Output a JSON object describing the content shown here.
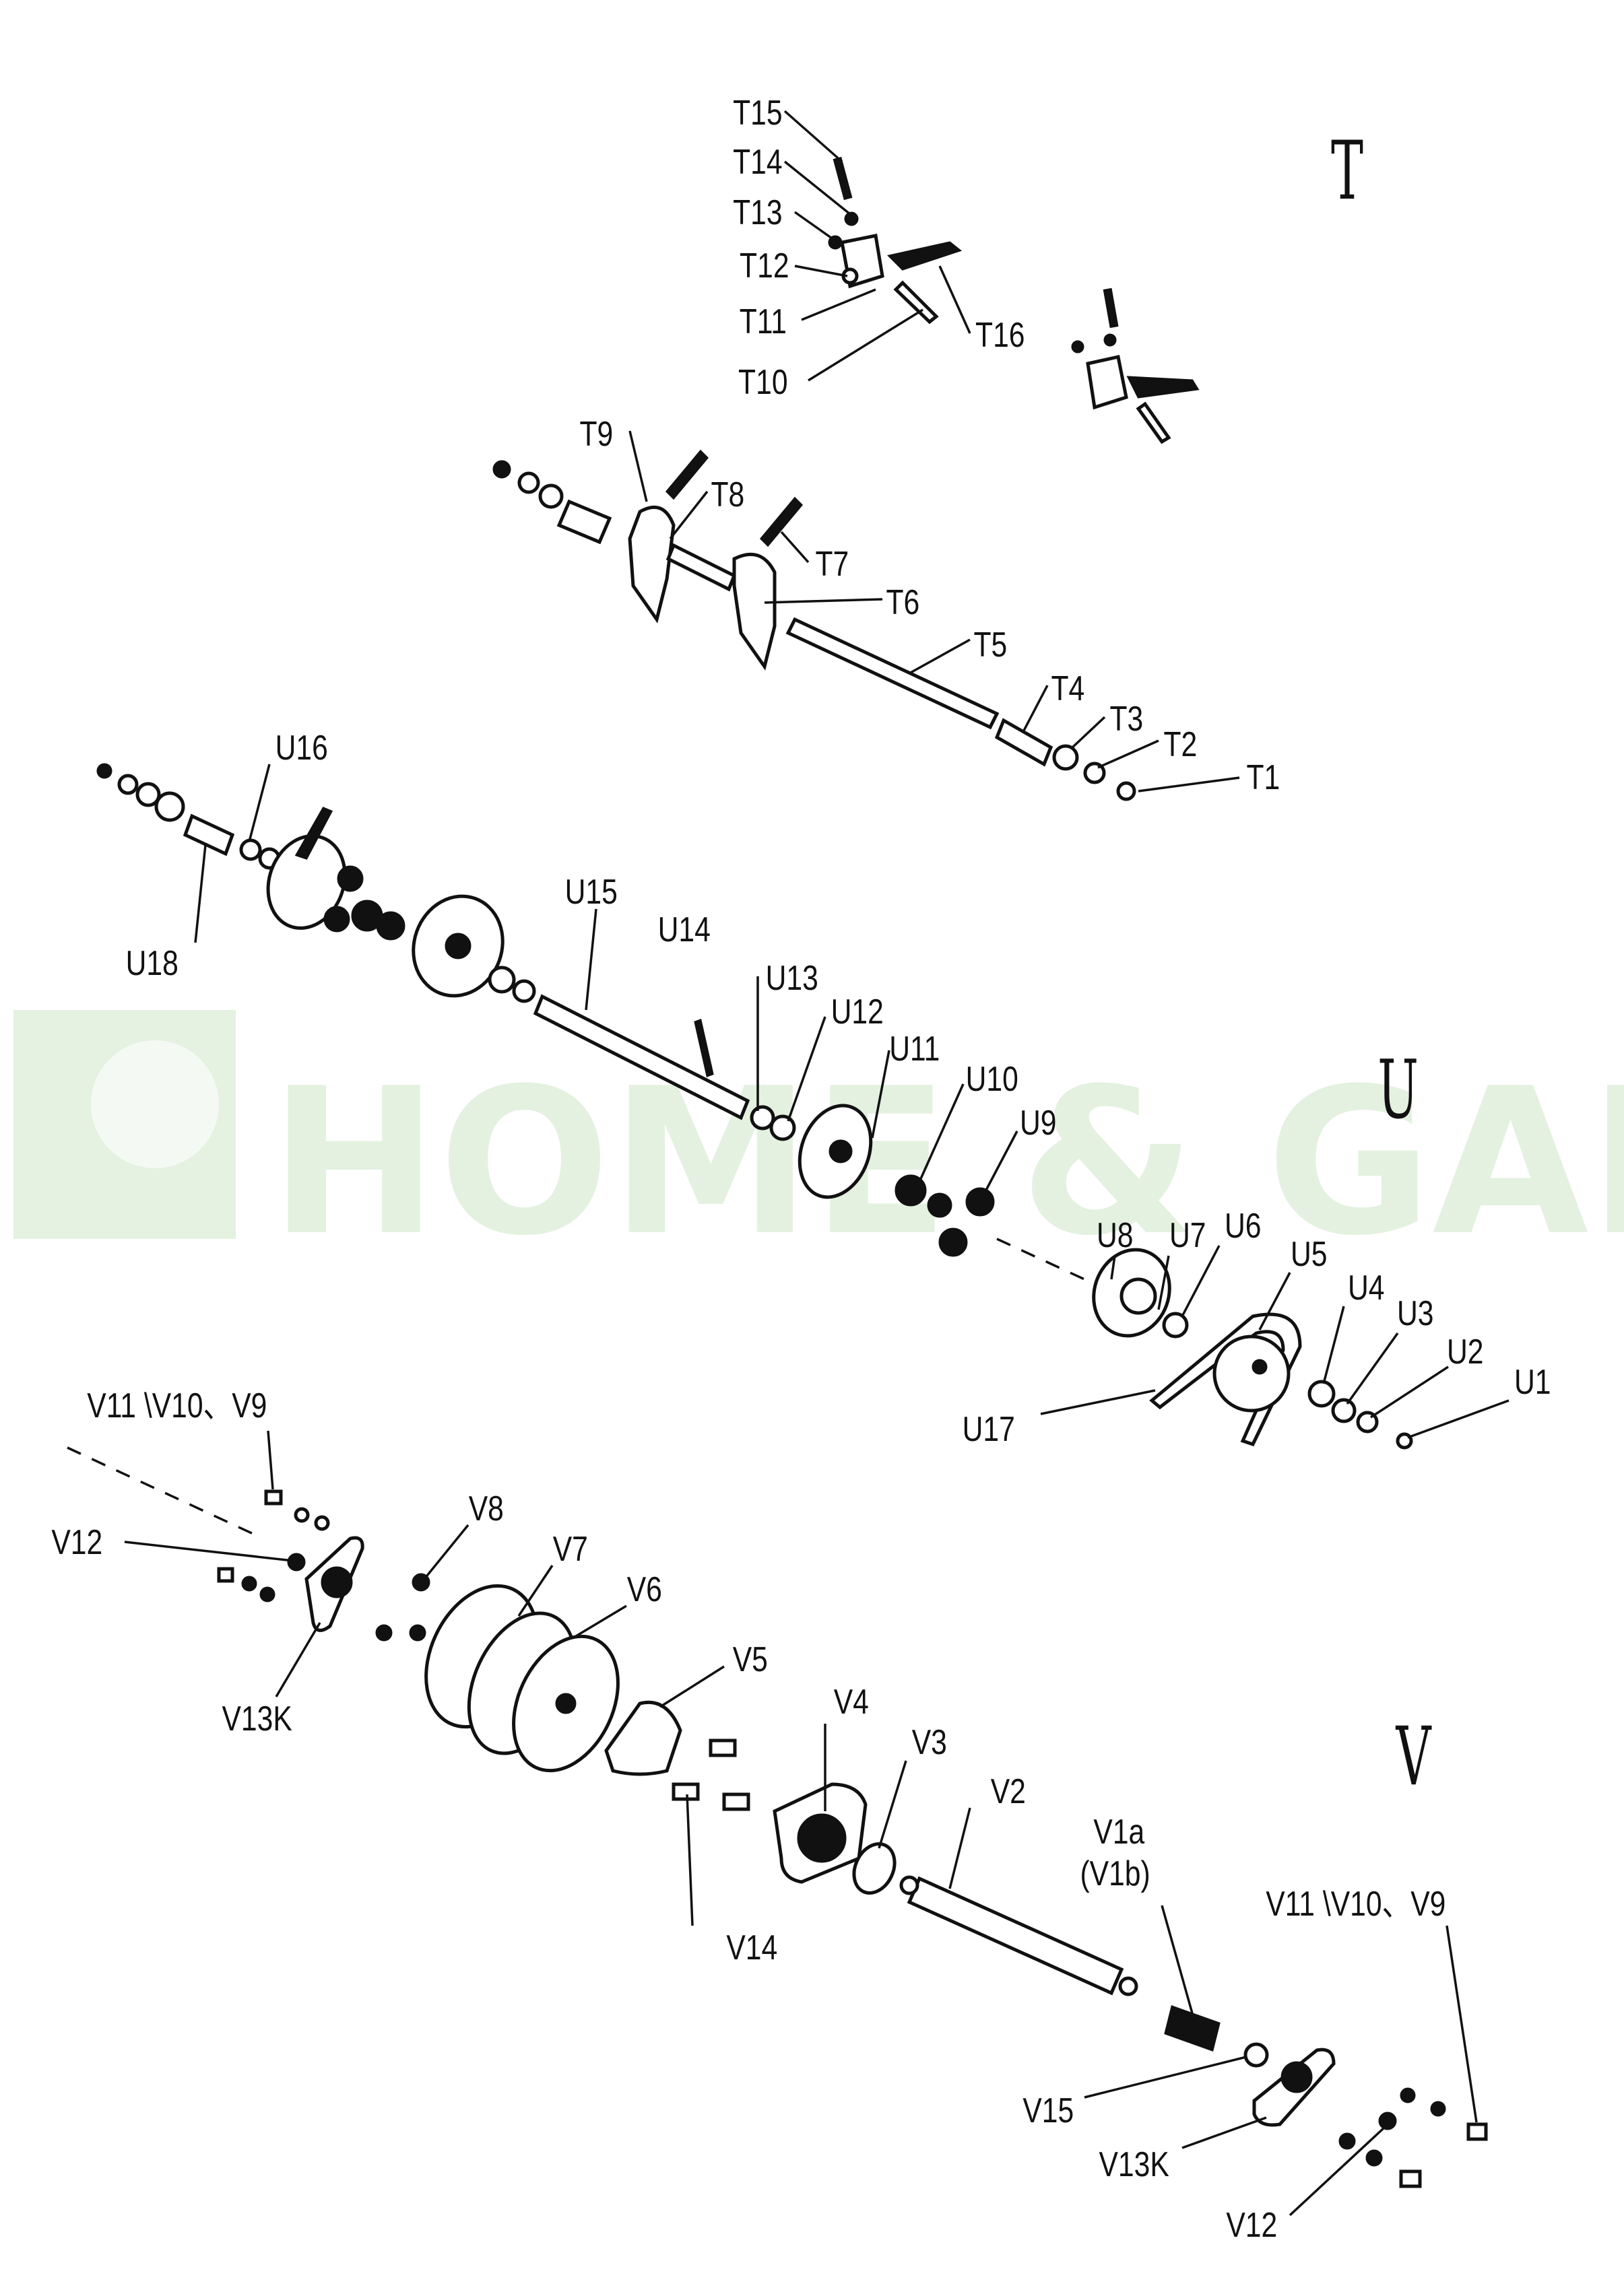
{
  "sections": {
    "t": "T",
    "u": "U",
    "v": "V"
  },
  "watermark": "HOME & GARDEN",
  "labels": {
    "t15": "T15",
    "t14": "T14",
    "t13": "T13",
    "t12": "T12",
    "t11": "T11",
    "t10": "T10",
    "t16": "T16",
    "t9": "T9",
    "t8": "T8",
    "t7": "T7",
    "t6": "T6",
    "t5": "T5",
    "t4": "T4",
    "t3": "T3",
    "t2": "T2",
    "t1": "T1",
    "u16": "U16",
    "u18": "U18",
    "u15": "U15",
    "u14": "U14",
    "u13": "U13",
    "u12": "U12",
    "u11": "U11",
    "u10": "U10",
    "u9": "U9",
    "u8": "U8",
    "u7": "U7",
    "u6": "U6",
    "u5": "U5",
    "u4": "U4",
    "u3": "U3",
    "u2": "U2",
    "u1": "U1",
    "u17": "U17",
    "v11_v10_v9_left": "V11 \\V10、V9",
    "v12_left": "V12",
    "v13k_left": "V13K",
    "v8": "V8",
    "v7": "V7",
    "v6": "V6",
    "v5": "V5",
    "v4": "V4",
    "v3": "V3",
    "v2": "V2",
    "v14": "V14",
    "v1a": "V1a",
    "v1b": "(V1b)",
    "v11_v10_v9_right": "V11 \\V10、V9",
    "v15": "V15",
    "v13k_right": "V13K",
    "v12_right": "V12"
  }
}
